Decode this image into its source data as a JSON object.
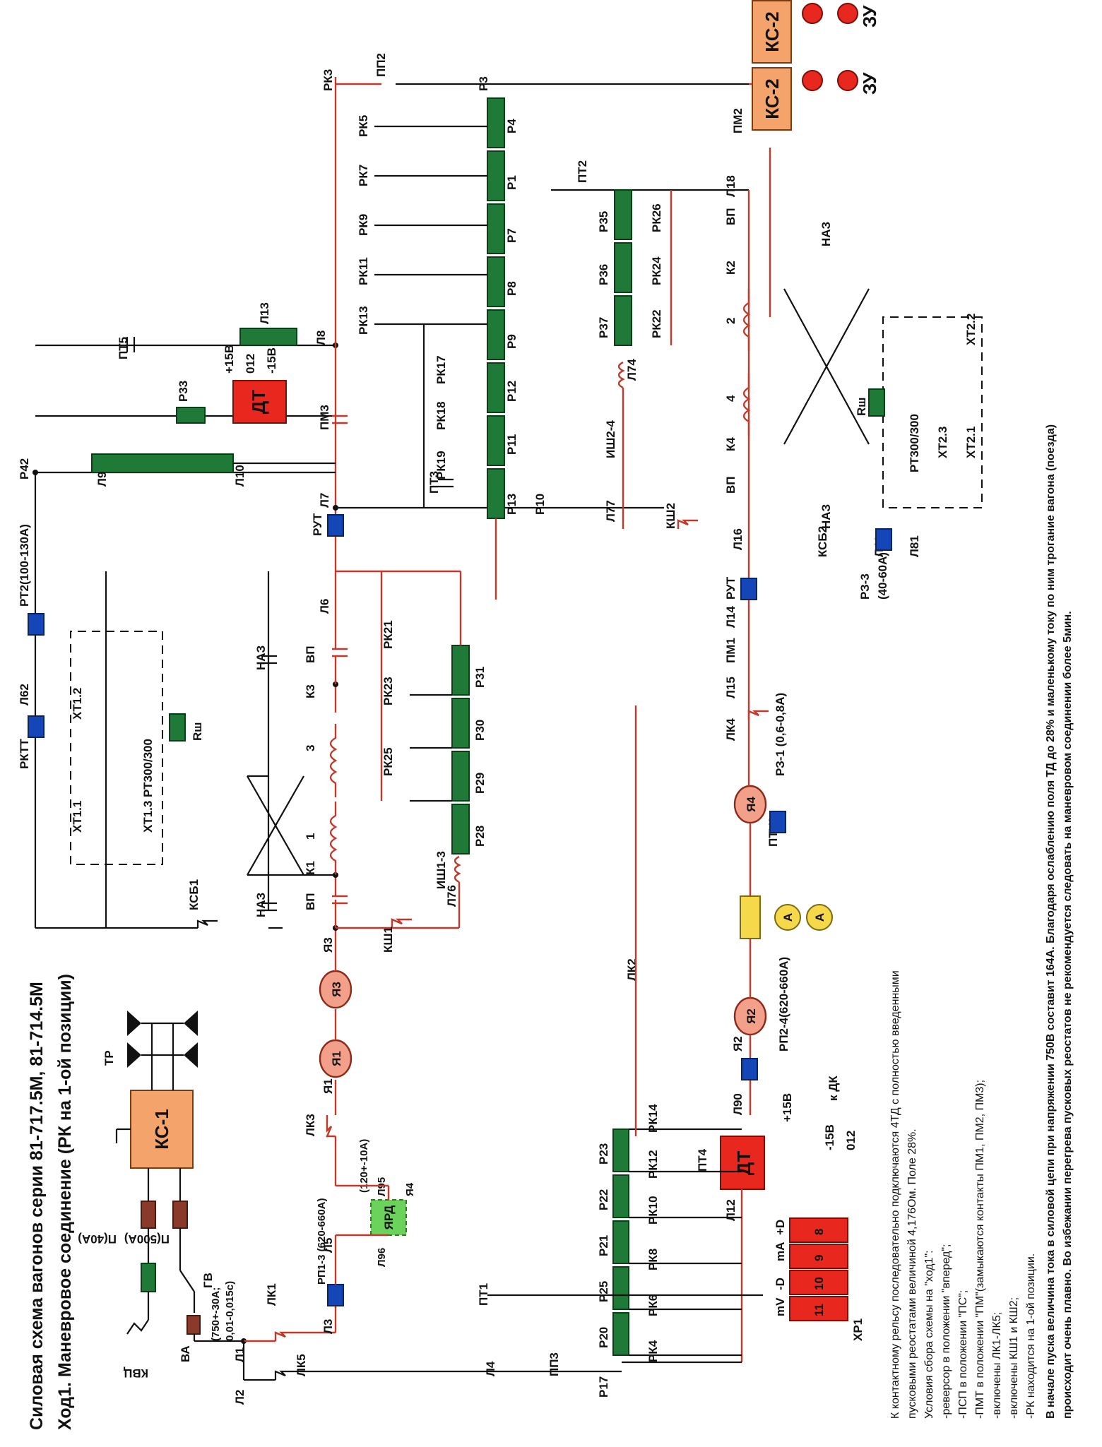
{
  "title": "Силовая схема вагонов серии 81-717.5М, 81-714.5М",
  "subtitle": "Ход1. Маневровое соединение (РК на 1-ой позиции)",
  "colors": {
    "wire": "#111111",
    "active_wire": "#c0392b",
    "resistor": "#1e7a36",
    "relay": "#1546b8",
    "block": "#f4a46a",
    "dt": "#e8281e",
    "motor": "#f2a08a"
  },
  "blocks": {
    "ks1": "КС-1",
    "ks2_a": "КС-2",
    "ks2_b": "КС-2",
    "zu_a": "ЗУ",
    "zu_b": "ЗУ",
    "dt_main": "ДТ",
    "dt_lower": "ДТ",
    "yard": "ЯРД"
  },
  "labels": {
    "kvts": "КВЦ",
    "gv": "ГВ",
    "va": "ВА",
    "p40": "П(40А)",
    "p500": "П(500А)",
    "va_spec": "(750+-30А;",
    "va_spec2": "0,01-0,015с)",
    "tr": "ТР",
    "l1": "Л1",
    "l2": "Л2",
    "lk1": "ЛК1",
    "lk5": "ЛК5",
    "l3": "Л3",
    "l4": "Л4",
    "pp3": "ПП3",
    "rp13": "РП1-3 (620-660А)",
    "l5": "Л5",
    "l95": "Л95",
    "l96": "Л96",
    "yard_spec": "(120+-10А)",
    "ya4": "Я4",
    "lk3": "ЛК3",
    "ya1_lbl": "Я1",
    "ya1": "Я1",
    "ya3": "Я3",
    "ya3_lbl": "Я3",
    "ksh1": "КШ1",
    "l76": "Л76",
    "ish13": "ИШ1-3",
    "vp1": "ВП",
    "vp2": "ВП",
    "k1": "К1",
    "k3": "К3",
    "n1": "1",
    "n3": "3",
    "naz1": "НАЗ",
    "naz2": "НАЗ",
    "ksb1": "КСБ1",
    "xt11": "ХТ1.1",
    "xt12": "ХТ1.2",
    "xt13": "ХТ1.3",
    "rt300": "РТ300/300",
    "rsh1": "Rш",
    "p28": "Р28",
    "p29": "Р29",
    "p30": "Р30",
    "p31": "Р31",
    "rk21": "РК21",
    "rk23": "РК23",
    "rk25": "РК25",
    "l6": "Л6",
    "rut1": "РУТ",
    "l7": "Л7",
    "pt3": "ПТ3",
    "r42": "Р42",
    "l9": "Л9",
    "l10": "Л10",
    "r33": "Р33",
    "p15": "+15В",
    "z012": "012",
    "m15": "-15В",
    "l13": "Л13",
    "pt5": "ПТ5",
    "l8": "Л8",
    "pm3": "ПМ3",
    "rt2": "РТ2(100-130А)",
    "l62": "Л62",
    "rktt": "РКТТ",
    "rk3": "РК3",
    "rk5": "РК5",
    "rk7": "РК7",
    "rk9": "РК9",
    "rk11": "РК11",
    "rk13": "РК13",
    "rk17": "РК17",
    "rk18": "РК18",
    "rk19": "РК19",
    "p3": "Р3",
    "p4": "Р4",
    "p1": "Р1",
    "p7": "Р7",
    "p8": "Р8",
    "p9": "Р9",
    "p12": "Р12",
    "p11": "Р11",
    "p13": "Р13",
    "p10": "Р10",
    "pp2": "ПП2",
    "pt2": "ПТ2",
    "pm2": "ПМ2",
    "p35": "Р35",
    "p36": "Р36",
    "p37": "Р37",
    "rk26": "РК26",
    "rk24": "РК24",
    "rk22": "РК22",
    "l74": "Л74",
    "ish24": "ИШ2-4",
    "l77": "Л77",
    "ksh2": "КШ2",
    "l18": "Л18",
    "vp3": "ВП",
    "vp4": "ВП",
    "k2": "К2",
    "k4": "К4",
    "n2": "2",
    "n4": "4",
    "naz3": "НАЗ",
    "naz4": "НАЗ",
    "ksb2": "КСБ2",
    "rsh2": "Rш",
    "rt300b": "РТ300/300",
    "xt22": "ХТ2.2",
    "xt23": "ХТ2.3",
    "xt21": "ХТ2.1",
    "l40": "Л40",
    "l81": "Л81",
    "rz3": "РЗ-3",
    "rz3b": "(40-60А)",
    "l16": "Л16",
    "rut2": "РУТ",
    "l14": "Л14",
    "pm1": "ПМ1",
    "l15": "Л15",
    "lk4": "ЛК4",
    "rz1": "РЗ-1 (0,6-0,8А)",
    "ptu3": "ПТУ3",
    "ya4_m": "Я4",
    "ya2_m": "Я2",
    "ya2": "Я2",
    "rp24": "РП2-4(620-660А)",
    "l90": "Л90",
    "lk2": "ЛК2",
    "p15b": "+15В",
    "m15b": "-15В",
    "z012b": "012",
    "kdk": "к ДК",
    "pt4": "ПТ4",
    "l12": "Л12",
    "pt1": "ПТ1",
    "p17": "Р17",
    "p20": "Р20",
    "p25": "Р25",
    "p21": "Р21",
    "p22": "Р22",
    "p23": "Р23",
    "rk4": "РК4",
    "rk6": "РК6",
    "rk8": "РК8",
    "rk10": "РК10",
    "rk12": "РК12",
    "rk14": "РК14",
    "xp1": "ХР1",
    "pd": "+D",
    "ma": "mA",
    "md": "-D",
    "mv": "mV",
    "c8": "8",
    "c9": "9",
    "c10": "10",
    "c11": "11",
    "amp1": "A",
    "amp2": "A"
  },
  "notes": {
    "n1": "К контактному рельсу последовательно подключаются 4ТД с полностью введенными",
    "n2": "пусковыми реостатами величиной 4,176Ом. Поле 28%.",
    "n3": "Условия сбора схемы на \"ход1\":",
    "n4": "-реверсор в положении \"вперед\";",
    "n5": "-ПСП в положении \"ПС\";",
    "n6": "-ПМТ в положении \"ПМ\"(замыкаются контакты ПМ1, ПМ2, ПМ3);",
    "n7": "-включены ЛК1-ЛК5;",
    "n8": "-включены КШ1 и КШ2;",
    "n9": "-РК находится на 1-ой позиции.",
    "n10": "В начале пуска величина тока в силовой цепи при напряжении 750В составит 164А. Благодаря ослаблению поля ТД до 28% и маленькому току по ним трогание вагона (поезда)",
    "n11": "происходит очень плавно. Во избежании перегрева пусковых реостатов не рекомендуется следовать на маневровом соединении более 5мин."
  }
}
